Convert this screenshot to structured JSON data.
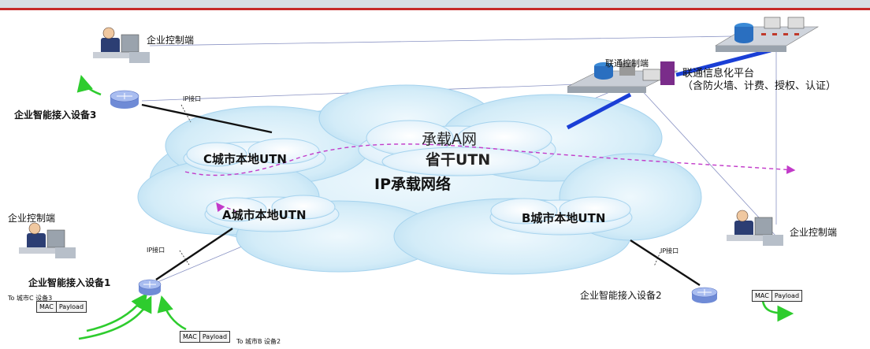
{
  "network": {
    "core_line1": "承载A网",
    "core_line2": "省干UTN",
    "ip_network": "IP承载网络",
    "city_c": "C城市本地UTN",
    "city_a": "A城市本地UTN",
    "city_b": "B城市本地UTN"
  },
  "unicom": {
    "control": "联通控制端",
    "platform": "联通信息化平台",
    "platform_sub": "（含防火墙、计费、授权、认证）"
  },
  "enterprise": {
    "control_top": "企业控制端",
    "control_left": "企业控制端",
    "control_right": "企业控制端",
    "device1": "企业智能接入设备1",
    "device2": "企业智能接入设备2",
    "device3": "企业智能接入设备3"
  },
  "ip_interface": {
    "label_top": "IP接口",
    "label_left": "IP接口",
    "label_right": "IP接口"
  },
  "packets": {
    "p1": {
      "dest": "To 城市C 设备3",
      "mac": "MAC",
      "payload": "Payload"
    },
    "p2": {
      "dest": "To 城市B 设备2",
      "mac": "MAC",
      "payload": "Payload"
    },
    "p3": {
      "mac": "MAC",
      "payload": "Payload"
    }
  },
  "colors": {
    "cloud": "#c9e6f6",
    "blue_link": "#1a3fd6",
    "green_arrow": "#2ecc2e",
    "magenta_arrow": "#c23ac9",
    "accent_red": "#c62828"
  }
}
